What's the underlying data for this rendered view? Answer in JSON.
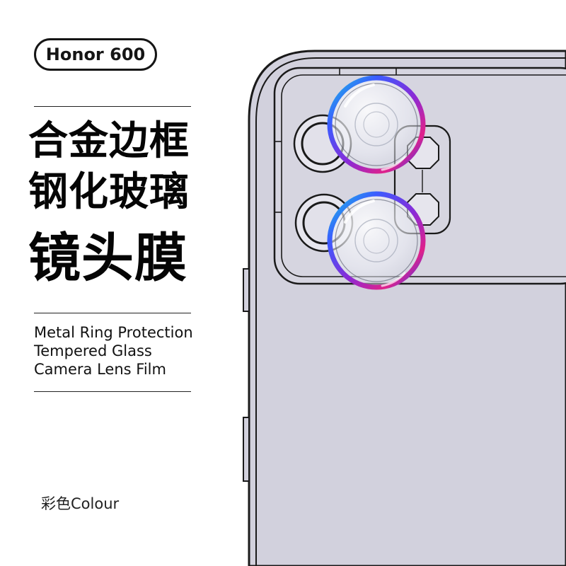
{
  "product": {
    "model": "Honor 600",
    "headline": [
      "合金边框",
      "钢化玻璃",
      "镜头膜"
    ],
    "features": [
      "Metal Ring Protection",
      "Tempered Glass",
      "Camera Lens Film"
    ],
    "colour_label": "彩色Colour"
  },
  "colors": {
    "phone_body": "#d2d1dd",
    "outline": "#1a1a1a",
    "ring_gradient": [
      "#3b5bff",
      "#8a2bd6",
      "#e0218a",
      "#16c7e0"
    ]
  },
  "icons": {
    "lens_protector": "lens-protector-ring-icon",
    "phone_camera_module": "phone-camera-module-icon"
  }
}
